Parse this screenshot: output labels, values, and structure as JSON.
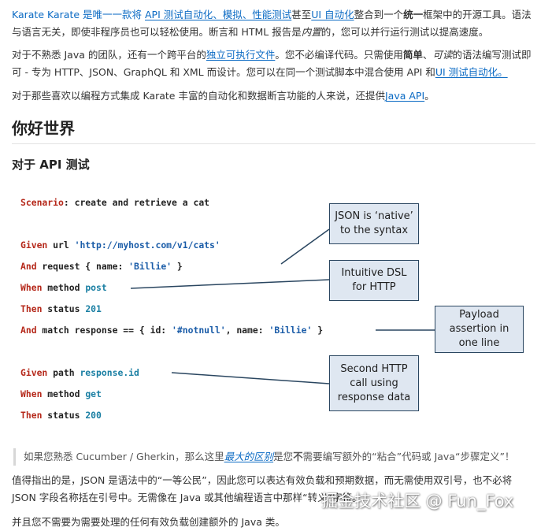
{
  "intro": {
    "p1": {
      "a": "Karate 是唯一一款将 ",
      "b": "API 测试自动化、模拟、性能测试",
      "c": "甚至",
      "d": "UI 自动化",
      "e": "整合到一个",
      "f": "统一",
      "g": "框架中的开源工具。语法与语言无关，即使非程序员也可以轻松使用。断言和 HTML 报告是",
      "h": "内置",
      "i": "的，您可以并行运行测试以提高速度。"
    },
    "p2": {
      "a": "对于不熟悉 Java 的团队，还有一个跨平台的",
      "b": "独立可执行文件",
      "c": "。您不必编译代码。只需使用",
      "d": "简单",
      "e": "、",
      "f": "可读",
      "g": "的语法编写测试即可 - 专为 HTTP、JSON、GraphQL 和 XML 而设计。您可以在同一个测试脚本中混合使用 API 和",
      "h": "UI 测试自动化。"
    },
    "p3": {
      "a": "对于那些喜欢以编程方式集成 Karate 丰富的自动化和数据断言功能的人来说，还提供",
      "b": "Java API",
      "c": "。"
    }
  },
  "headings": {
    "h2": "你好世界",
    "h3": "对于 API 测试"
  },
  "code": {
    "l1": {
      "kw": "Scenario",
      "rest": ": create and retrieve a cat"
    },
    "l2": {
      "kw": "Given",
      "a": " url ",
      "s": "'http://myhost.com/v1/cats'"
    },
    "l3": {
      "kw": "And",
      "a": " request { name: ",
      "s": "'Billie'",
      "b": " }"
    },
    "l4": {
      "kw": "When",
      "a": " method ",
      "t": "post"
    },
    "l5": {
      "kw": "Then",
      "a": " status ",
      "t": "201"
    },
    "l6": {
      "kw": "And",
      "a": " match response == { id: ",
      "s1": "'#notnull'",
      "b": ", name: ",
      "s2": "'Billie'",
      "c": " }"
    },
    "l7": {
      "kw": "Given",
      "a": " path ",
      "t": "response.id"
    },
    "l8": {
      "kw": "When",
      "a": " method ",
      "t": "get"
    },
    "l9": {
      "kw": "Then",
      "a": " status ",
      "t": "200"
    }
  },
  "callouts": {
    "c1": "JSON is ‘native’ to the syntax",
    "c2": "Intuitive DSL for HTTP",
    "c3": "Payload assertion in one line",
    "c4": "Second HTTP call using response data"
  },
  "quote": {
    "a": "如果您熟悉 Cucumber / Gherkin，那么这里",
    "b": "最大的区别",
    "c": "是您",
    "d": "不",
    "e": "需要编写额外的“粘合”代码或 Java“步骤定义”！"
  },
  "outro": {
    "p1": "值得指出的是，JSON 是语法中的“一等公民”，因此您可以表达有效负载和预期数据，而无需使用双引号，也不必将 JSON 字段名称括在引号中。无需像在 Java 或其他编程语言中那样“转义”字符。",
    "p2": "并且您不需要为需要处理的任何有效负载创建额外的 Java 类。"
  },
  "watermark": "掘金技术社区 @ Fun_Fox",
  "colors": {
    "link": "#0c6bc4",
    "keyword": "#b5281a",
    "string": "#1a5ca8",
    "token": "#1a7fa3",
    "callout_fill": "#dfe7f1",
    "callout_border": "#2a4660"
  }
}
